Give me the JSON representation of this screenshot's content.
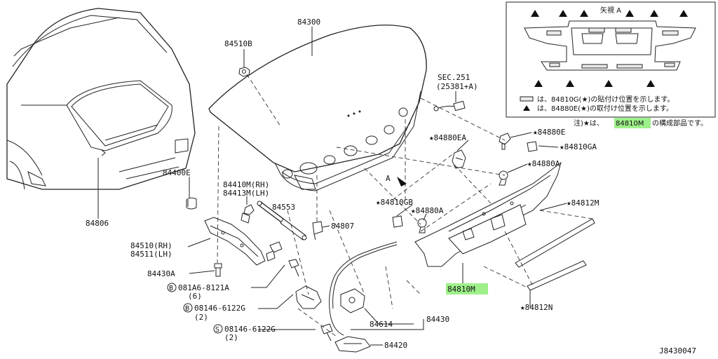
{
  "diagram_code": "J8430047",
  "callouts": {
    "c84300": "84300",
    "c84510B": "84510B",
    "cSEC251": "SEC.251",
    "cSEC251sub": "(25381+A)",
    "c84880EA": "★84880EA",
    "c84880E": "★84880E",
    "c84810GA": "★84810GA",
    "c84880A_1": "★84880A",
    "c84400E": "84400E",
    "c84410M": "84410M(RH)",
    "c84413M": "84413M(LH)",
    "c84553": "84553",
    "c84810GB": "★84810GB",
    "c84880A_2": "★84880A",
    "c84812M": "★84812M",
    "c84806": "84806",
    "c84807": "84807",
    "c84510RH": "84510(RH)",
    "c84511LH": "84511(LH)",
    "c84430A": "84430A",
    "c081A6": "081A6-8121A",
    "c081A6qty": "(6)",
    "c08146B": "08146-6122G",
    "c08146Bqty": "(2)",
    "c08146S": "08146-6122G",
    "c08146Sqty": "(2)",
    "c84810M": "84810M",
    "c84812N": "★84812N",
    "c84614": "84614",
    "c84430": "84430",
    "c84420": "84420",
    "arrowA": "A",
    "circB1": "B",
    "circB2": "B",
    "circS": "S"
  },
  "inset": {
    "title": "矢視 A",
    "legend_g": "は、84810G(★)の貼付け位置を示します。",
    "legend_e": "は、84880E(★)の取付け位置を示します。"
  },
  "footnote": {
    "prefix": "注)★は、",
    "part": "84810M",
    "suffix": "の構成部品です。"
  },
  "colors": {
    "highlight": "#9ef08a",
    "line": "#222222"
  }
}
